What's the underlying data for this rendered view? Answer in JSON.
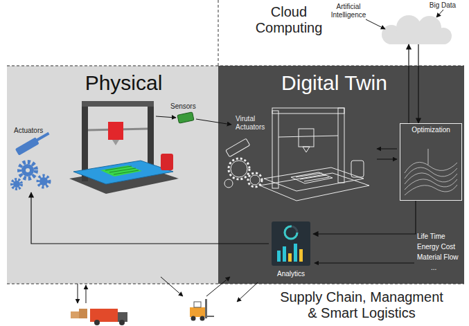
{
  "diagram": {
    "nodes": [
      {
        "text": [
          "Cloud Computing"
        ]
      },
      {
        "text": [
          "Physical"
        ]
      },
      {
        "text": [
          "Actuators"
        ],
        "in": 1
      },
      {
        "text": [
          "Digital Twin"
        ]
      },
      {
        "text": [
          "Optimization"
        ],
        "in": 3
      },
      {
        "text": [
          "Analytics"
        ],
        "in": 3
      }
    ],
    "edges": [
      {
        "from": 4,
        "to": 0,
        "arrow": "to"
      },
      {
        "from": 0,
        "to": 4,
        "arrow": "to"
      },
      {
        "from": 4,
        "to": 5,
        "arrow": "to"
      },
      {
        "from": 5,
        "to": 2,
        "arrow": "to"
      }
    ],
    "labels": [
      "Artificial Intelligence",
      "Big Data",
      "Sensors",
      "Virutal Actuators",
      "Life Time",
      "Energy Cost",
      "Material Flow",
      "...",
      "Supply Chain, Managment & Smart Logistics"
    ]
  }
}
